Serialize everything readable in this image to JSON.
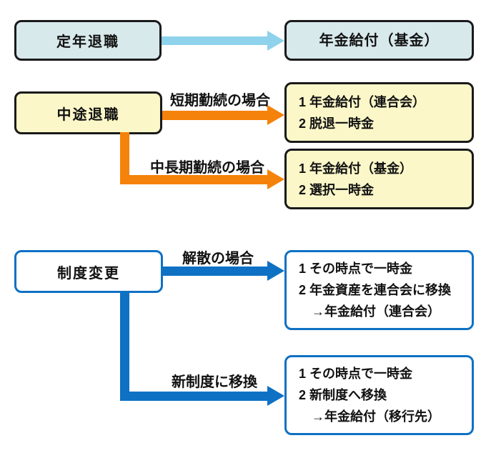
{
  "colors": {
    "teal_fill": "#d8e9ec",
    "teal_arrow": "#8fd2ec",
    "yellow_fill": "#fbf7c8",
    "orange": "#f5820a",
    "blue": "#0e71c4",
    "box_border": "#1a1a1a",
    "text": "#111111"
  },
  "flow": {
    "retirement": {
      "source": "定年退職",
      "result": "年金給付（基金）"
    },
    "midcareer": {
      "source": "中途退職",
      "short_term": {
        "label": "短期勤続の場合",
        "lines": [
          "1 年金給付（連合会）",
          "2 脱退一時金"
        ]
      },
      "mid_long_term": {
        "label": "中長期勤続の場合",
        "lines": [
          "1 年金給付（基金）",
          "2 選択一時金"
        ]
      }
    },
    "system_change": {
      "source": "制度変更",
      "dissolution": {
        "label": "解散の場合",
        "lines": [
          "1 その時点で一時金",
          "2 年金資産を連合会に移換",
          "　→年金給付（連合会）"
        ]
      },
      "new_system": {
        "label": "新制度に移換",
        "lines": [
          "1 その時点で一時金",
          "2 新制度へ移換",
          "　→年金給付（移行先）"
        ]
      }
    }
  }
}
